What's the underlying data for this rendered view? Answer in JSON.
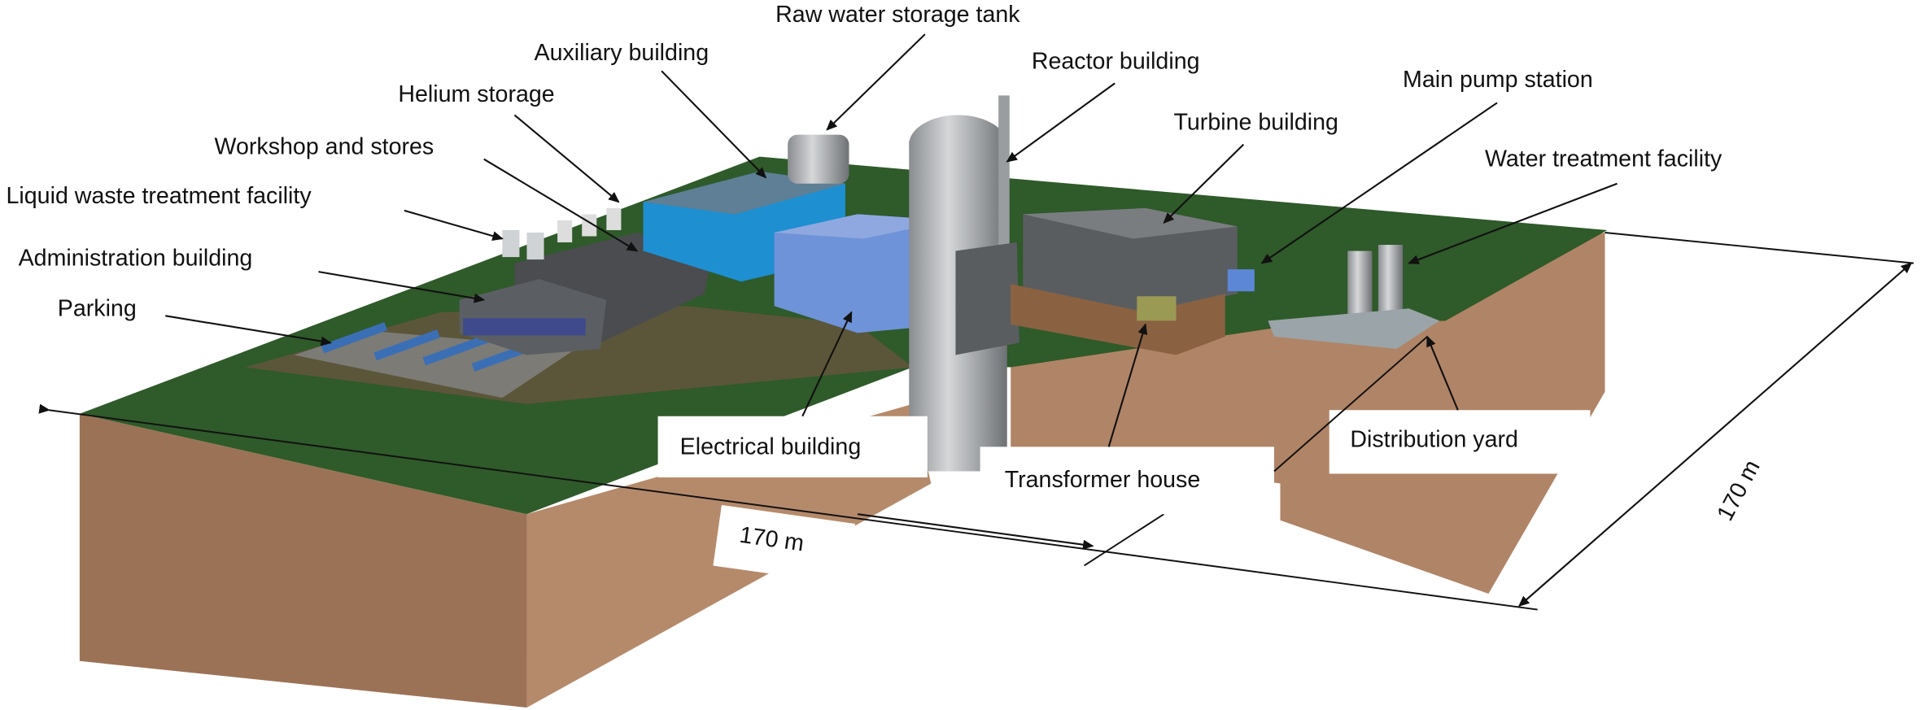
{
  "labels": {
    "raw_water_tank": "Raw water storage tank",
    "auxiliary": "Auxiliary building",
    "reactor": "Reactor building",
    "helium": "Helium storage",
    "main_pump": "Main pump station",
    "turbine": "Turbine building",
    "workshop": "Workshop and stores",
    "water_treatment": "Water treatment facility",
    "liquid_waste": "Liquid waste treatment facility",
    "administration": "Administration building",
    "parking": "Parking",
    "electrical": "Electrical building",
    "transformer": "Transformer house",
    "distribution": "Distribution yard"
  },
  "dimensions": {
    "front": "170 m",
    "side": "170 m"
  },
  "colors": {
    "grass": "#2f5a2a",
    "soil": "#b08466",
    "soil_dark": "#946a4e",
    "aux_blue": "#1e8fd0",
    "elec_blue": "#6f93d8",
    "grey": "#5a5d60"
  }
}
